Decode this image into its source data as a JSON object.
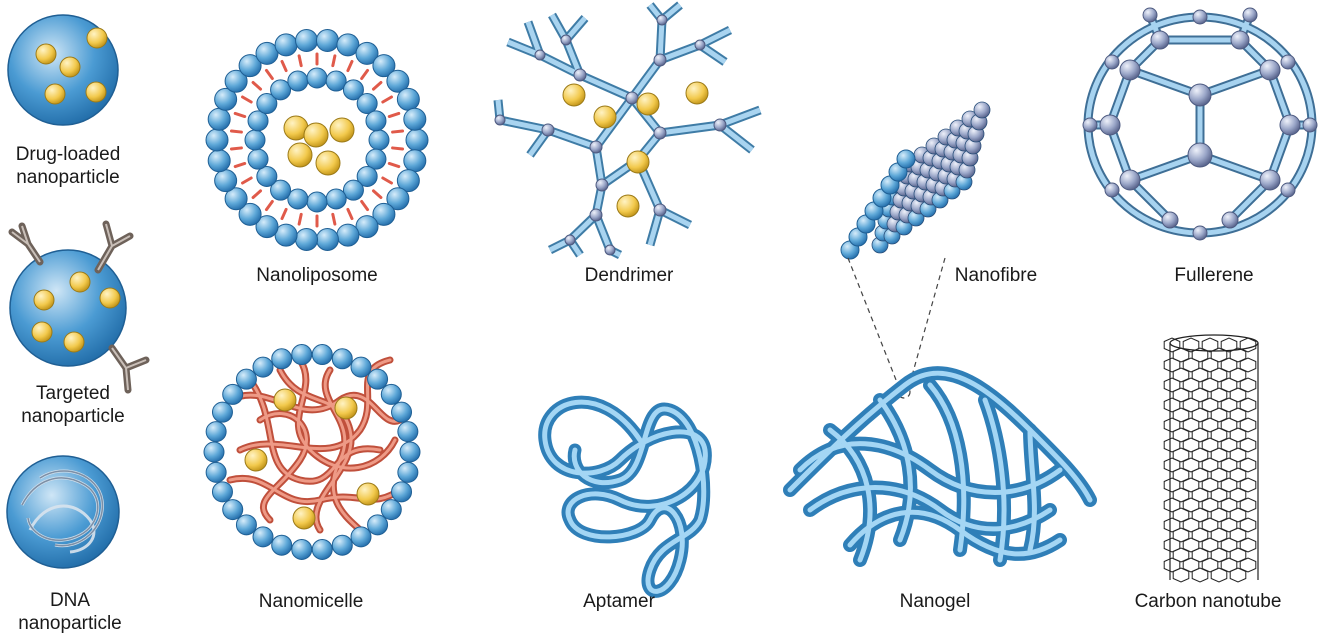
{
  "diagram": {
    "items": [
      {
        "id": "drug-loaded",
        "line1": "Drug-loaded",
        "line2": "nanoparticle"
      },
      {
        "id": "targeted",
        "line1": "Targeted",
        "line2": "nanoparticle"
      },
      {
        "id": "dna",
        "line1": "DNA",
        "line2": "nanoparticle"
      },
      {
        "id": "nanoliposome",
        "line1": "Nanoliposome"
      },
      {
        "id": "nanomicelle",
        "line1": "Nanomicelle"
      },
      {
        "id": "dendrimer",
        "line1": "Dendrimer"
      },
      {
        "id": "aptamer",
        "line1": "Aptamer"
      },
      {
        "id": "nanofibre",
        "line1": "Nanofibre"
      },
      {
        "id": "nanogel",
        "line1": "Nanogel"
      },
      {
        "id": "fullerene",
        "line1": "Fullerene"
      },
      {
        "id": "carbon-nanotube",
        "line1": "Carbon nanotube"
      }
    ]
  },
  "colors": {
    "bead": "#5ea8d8",
    "drug": "#f2c94c",
    "lipid_tail": "#e05a4a",
    "polymer": "#e27a62",
    "fibre": "#4a9fd0",
    "atom": "#9aa6c8",
    "antibody": "#8a7a70",
    "nanotube": "#222222"
  }
}
